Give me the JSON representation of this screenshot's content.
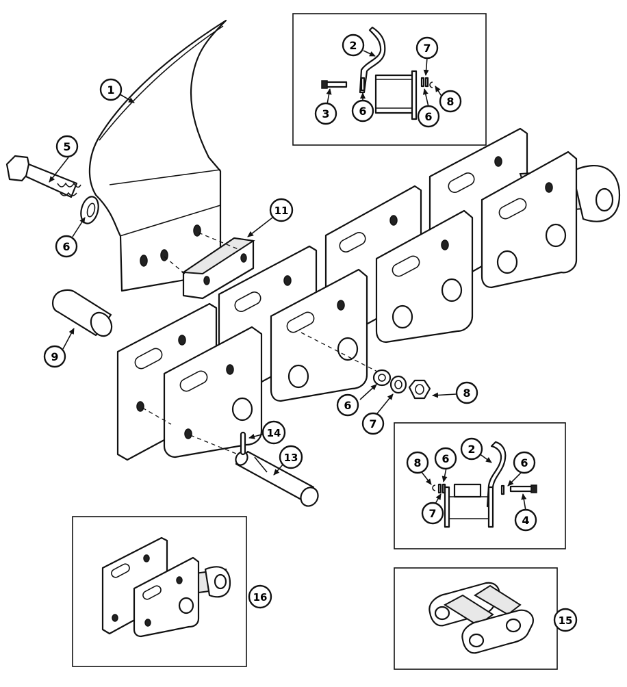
{
  "callouts": {
    "c1": "1",
    "c5": "5",
    "c6a": "6",
    "c11": "11",
    "c9": "9",
    "c6b": "6",
    "c7b": "7",
    "c8b": "8",
    "c14": "14",
    "c13": "13",
    "i1_2": "2",
    "i1_3": "3",
    "i1_6a": "6",
    "i1_6b": "6",
    "i1_7": "7",
    "i1_8": "8",
    "i2_2": "2",
    "i2_4": "4",
    "i2_6a": "6",
    "i2_6b": "6",
    "i2_7": "7",
    "i2_8": "8",
    "c16": "16",
    "c15": "15"
  }
}
